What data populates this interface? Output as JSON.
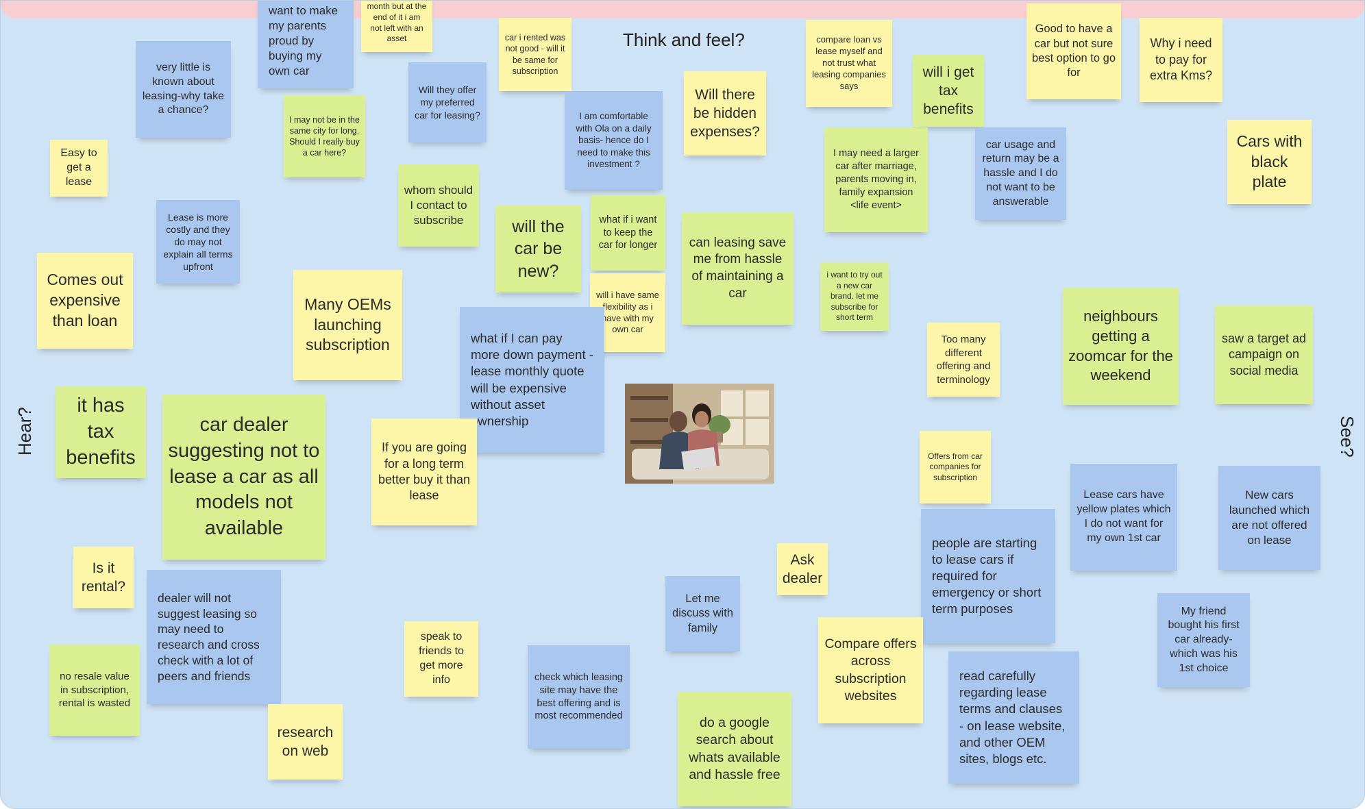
{
  "board": {
    "labels": {
      "think": "Think and feel?",
      "hear": "Hear?",
      "see": "See?"
    },
    "colors": {
      "background": "#cfe3f6",
      "top_band": "#f7cfd3",
      "yellow_note": "#fdf5a8",
      "green_note": "#d9ef92",
      "blue_note": "#aac8ef"
    },
    "notes": {
      "n1": "want to make my parents proud by buying my own car",
      "n2": "month but at the end of it i am not left with an asset",
      "n3": "car i rented was not good - will it be same for subscription",
      "n4": "very little is known about leasing-why take a chance?",
      "n5": "Will they offer my preferred car for leasing?",
      "n6": "I may not be in the same city for long. Should I really buy a car here?",
      "n7": "I am comfortable with Ola on a daily basis- hence do I need to make this investment ?",
      "n8": "Will there be hidden expenses?",
      "n9": "compare loan vs lease myself and not trust what leasing companies says",
      "n10": "will i get tax benefits",
      "n11": "Good to have a car but not sure best option to go for",
      "n12": "Why i need to pay for extra Kms?",
      "n13": "Easy to get a lease",
      "n14": "whom should I contact to subscribe",
      "n15": "Lease is more costly and they do may not explain all terms upfront",
      "n16": "will the car be new?",
      "n17": "what if i want to keep the car for longer",
      "n18": "can leasing save me from hassle of maintaining a car",
      "n19": "I may need a larger car after marriage, parents moving in, family expansion <life event>",
      "n20": "car usage and return may be a hassle and I do not want to be answerable",
      "n21": "Cars with black plate",
      "n22": "Comes out expensive than loan",
      "n23": "Many OEMs launching subscription",
      "n24": "will i have same flexibility as i have with my own car",
      "n25": "what if I can pay more down payment - lease monthly quote will be expensive without asset ownership",
      "n26": "i want to try out a new car brand. let me subscribe for short term",
      "n27": "neighbours getting a zoomcar for the weekend",
      "n28": "saw a target ad campaign on social media",
      "n29": "Too many different offering and terminology",
      "n30": "it has tax benefits",
      "n31": "car dealer suggesting not to lease a car as all models not available",
      "n32": "If you are going for a long term better buy it than lease",
      "n33": "Offers from car companies for subscription",
      "n34": "Lease cars have yellow plates which I do not want for my own 1st car",
      "n35": "New cars launched which are not offered on lease",
      "n36": "Is it rental?",
      "n37": "dealer will not suggest leasing so may need to research and cross check with a lot of peers and friends",
      "n38": "Ask dealer",
      "n39": "people are starting to lease cars if required for emergency or short term purposes",
      "n40": "Let me discuss with family",
      "n41": "My friend bought his first car already- which was his 1st choice",
      "n42": "no resale value in subscription, rental is wasted",
      "n43": "speak to friends to get more info",
      "n44": "check which leasing site may have the best offering and is most recommended",
      "n45": "Compare offers across subscription websites",
      "n46": "read carefully regarding lease terms and clauses - on lease website, and other OEM sites, blogs etc.",
      "n47": "research on web",
      "n48": "do a google search about whats available and hassle free"
    }
  }
}
